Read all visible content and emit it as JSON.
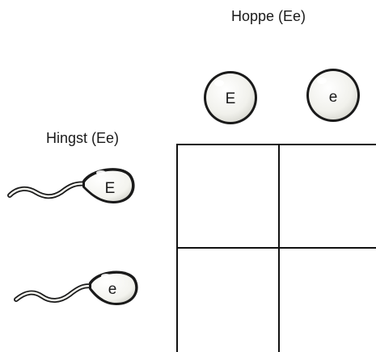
{
  "mare": {
    "label": "Hoppe (Ee)",
    "alleles": [
      "E",
      "e"
    ]
  },
  "stallion": {
    "label": "Hingst (Ee)",
    "alleles": [
      "E",
      "e"
    ]
  },
  "punnett": {
    "rows": 2,
    "cols": 2,
    "cells": [
      [
        "",
        ""
      ],
      [
        "",
        ""
      ]
    ]
  },
  "colors": {
    "outline": "#1a1a1a",
    "egg_fill": "#f3f3ef",
    "sperm_fill": "#f7f7f3",
    "grid_line": "#111111"
  },
  "icons": {
    "egg": "egg-cell-icon",
    "sperm": "sperm-cell-icon"
  }
}
